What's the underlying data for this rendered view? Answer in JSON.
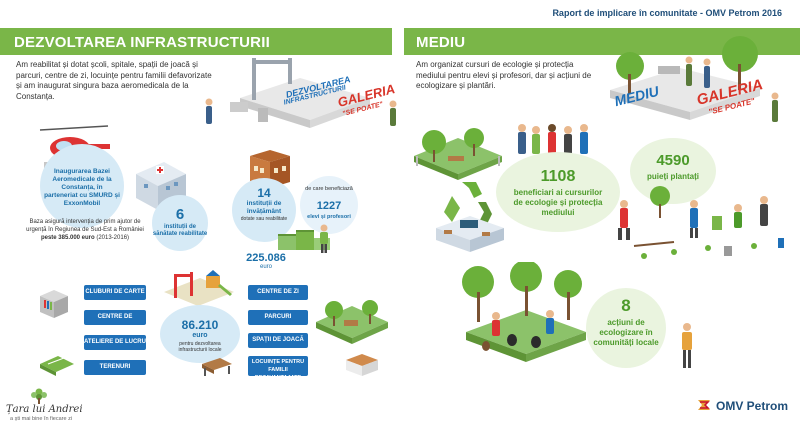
{
  "report_title": "Raport  de implicare în comunitate - OMV Petrom 2016",
  "left": {
    "heading": "DEZVOLTAREA INFRASTRUCTURII",
    "intro": "Am reabilitat și dotat școli, spitale, spații de joacă și parcuri, centre de zi, locuințe pentru familii defavorizate și am inaugurat singura baza aeromedicala de la Constanța.",
    "stage_line1": "DEZVOLTAREA",
    "stage_line2": "INFRASTRUCTURII",
    "stage_galeria": "GALERIA",
    "stage_seposte": "\"SE POATE\"",
    "base_bubble": "Inaugurarea Bazei Aeromedicale de la Constanța, în parteneriat cu SMURD și ExxonMobil",
    "base_note_start": "Baza asigură intervenția de prim ajutor de urgență în Regiunea de Sud-Est a României ",
    "base_note_bold": "peste 385.000 euro",
    "base_note_end": " (2013-2016)",
    "health_num": "6",
    "health_label": "instituții de sănătate reabilitate",
    "edu_num": "14",
    "edu_label": "instituții de învățământ",
    "edu_sub": "dotate sau reabilitate",
    "benef_pre": "de care beneficiază",
    "benef_num": "1227",
    "benef_label": "elevi și profesori",
    "edu_amount": "225.086",
    "edu_currency": "euro",
    "pills_left": [
      "CLUBURI DE CARTE",
      "CENTRE DE PLASAMENT",
      "ATELIERE DE LUCRU",
      "TERENURI SPORTIVE"
    ],
    "pills_right": [
      "CENTRE DE ZI",
      "PARCURI",
      "SPAȚII DE JOACĂ",
      "LOCUINȚE PENTRU FAMILII DEZAVANTAJATE"
    ],
    "center_num": "86.210",
    "center_currency": "euro",
    "center_label": "pentru dezvoltarea infrastructurii locale"
  },
  "right": {
    "heading": "MEDIU",
    "intro": "Am organizat cursuri de ecologie și protecția mediului pentru elevi și profesori, dar și acțiuni de ecologizare și plantări.",
    "stage_mediu": "MEDIU",
    "stage_galeria": "GALERIA",
    "stage_seposte": "\"SE POATE\"",
    "benef_num": "1108",
    "benef_label": "beneficiari ai cursurilor de ecologie și protecția mediului",
    "trees_num": "4590",
    "trees_label": "puieți plantați",
    "actions_num": "8",
    "actions_label": "acțiuni de ecologizare în comunități locale"
  },
  "footer": {
    "tara_title": "Țara lui Andrei",
    "tara_tagline": "a ști mai bine în fiecare zi",
    "omv_brand": "OMV Petrom"
  },
  "colors": {
    "band": "#7ab648",
    "blue": "#1b6fa8",
    "green": "#4c9a2a",
    "pill": "#1f70b8",
    "brand_red": "#c8102e"
  }
}
